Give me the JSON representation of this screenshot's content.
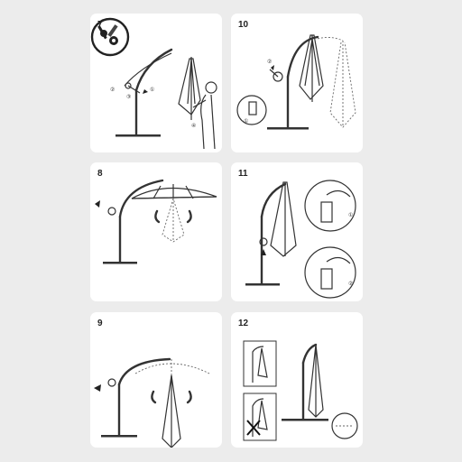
{
  "steps": [
    {
      "number": "7",
      "callouts": [
        "①",
        "②",
        "③",
        "④"
      ]
    },
    {
      "number": "8",
      "callouts": []
    },
    {
      "number": "9",
      "callouts": []
    },
    {
      "number": "10",
      "callouts": [
        "①",
        "②"
      ]
    },
    {
      "number": "11",
      "callouts": [
        "①",
        "②"
      ]
    },
    {
      "number": "12",
      "callouts": []
    }
  ],
  "icons": [
    "tools-icon"
  ]
}
